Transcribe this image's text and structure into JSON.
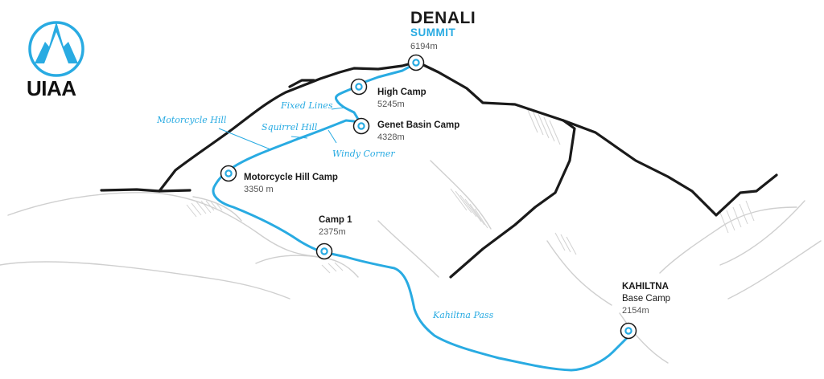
{
  "organization": {
    "name": "UIAA",
    "logo_icon": "mountain-peak-icon"
  },
  "colors": {
    "route": "#29abe2",
    "ridge": "#1a1a1a",
    "terrain": "#c8c8c8",
    "label": "#1a1a1a",
    "elevation": "#555555"
  },
  "summit": {
    "name": "DENALI",
    "label": "SUMMIT",
    "elevation": "6194m"
  },
  "camps": [
    {
      "name": "High Camp",
      "elevation": "5245m"
    },
    {
      "name": "Genet Basin Camp",
      "elevation": "4328m"
    },
    {
      "name": "Motorcycle Hill Camp",
      "elevation": "3350 m"
    },
    {
      "name": "Camp 1",
      "elevation": "2375m"
    },
    {
      "name": "KAHILTNA",
      "subtitle": "Base Camp",
      "elevation": "2154m"
    }
  ],
  "route_labels": [
    "Motorcycle Hill",
    "Squirrel Hill",
    "Fixed Lines",
    "Windy Corner",
    "Kahiltna Pass"
  ]
}
